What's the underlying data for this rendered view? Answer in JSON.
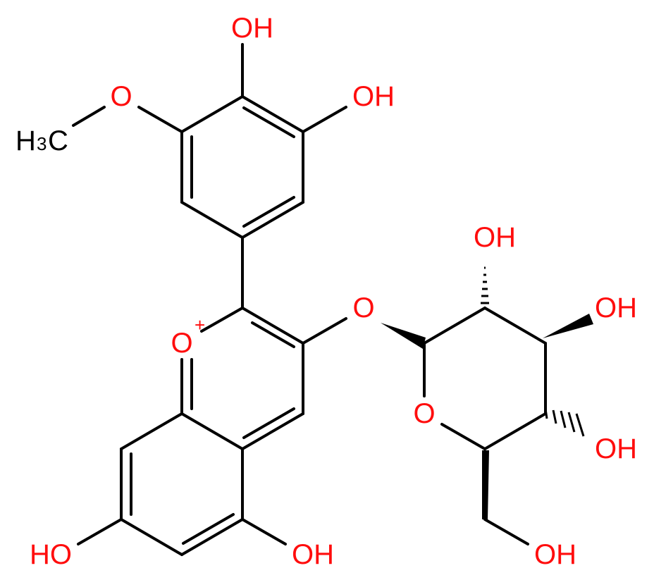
{
  "colors": {
    "bond": "#000000",
    "oxygen": "#ff0d0d",
    "carbon_label": "#000000",
    "background": "#ffffff"
  },
  "labels": {
    "oh_top": "OH",
    "oh_meta": "OH",
    "methoxy_o": "O",
    "methyl_h": "H",
    "methyl_sub": "3",
    "methyl_c": "C",
    "pyrylium_o": "O",
    "pyrylium_charge": "+",
    "glycosidic_o": "O",
    "ring_o": "O",
    "oh_c2": "OH",
    "oh_c3": "OH",
    "oh_c4": "OH",
    "oh_c6": "OH",
    "oh_5": "HO",
    "oh_7": "OH"
  }
}
